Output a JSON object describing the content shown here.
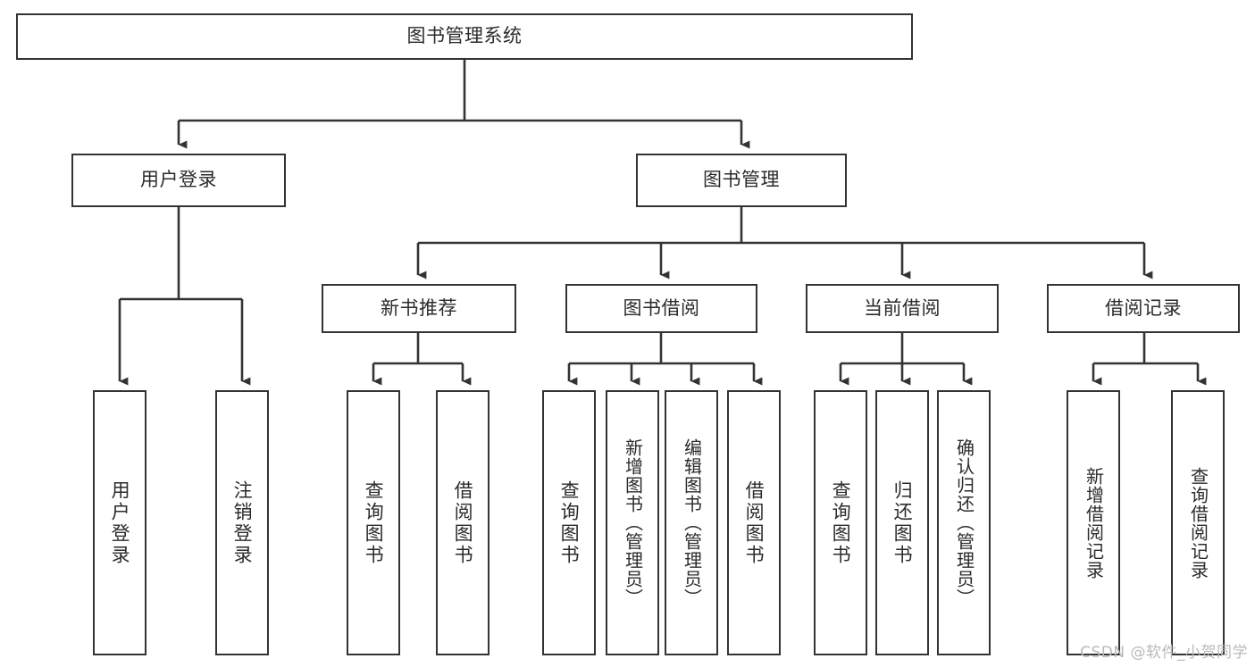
{
  "diagram": {
    "title": "图书管理系统",
    "watermark": "CSDN @软件_小贺同学",
    "line_color": "#333333",
    "text_color": "#2b2b2b",
    "background_color": "#ffffff",
    "nodes": {
      "root": {
        "label": "图书管理系统"
      },
      "level2": [
        {
          "id": "user-login",
          "label": "用户登录"
        },
        {
          "id": "book-management",
          "label": "图书管理"
        }
      ],
      "level3": [
        {
          "id": "new-book-recommend",
          "label": "新书推荐"
        },
        {
          "id": "book-borrow",
          "label": "图书借阅"
        },
        {
          "id": "current-borrow",
          "label": "当前借阅"
        },
        {
          "id": "borrow-record",
          "label": "借阅记录"
        }
      ],
      "leaves": {
        "user_login": [
          {
            "id": "leaf-user-login",
            "label": "用户登录"
          },
          {
            "id": "leaf-logout-login",
            "label": "注销登录"
          }
        ],
        "new_book_recommend": [
          {
            "id": "leaf-query-book-1",
            "label": "查询图书"
          },
          {
            "id": "leaf-borrow-book-1",
            "label": "借阅图书"
          }
        ],
        "book_borrow": [
          {
            "id": "leaf-query-book-2",
            "label": "查询图书"
          },
          {
            "id": "leaf-add-book-admin",
            "label": "新增图书（管理员）"
          },
          {
            "id": "leaf-edit-book-admin",
            "label": "编辑图书（管理员）"
          },
          {
            "id": "leaf-borrow-book-2",
            "label": "借阅图书"
          }
        ],
        "current_borrow": [
          {
            "id": "leaf-query-book-3",
            "label": "查询图书"
          },
          {
            "id": "leaf-return-book",
            "label": "归还图书"
          },
          {
            "id": "leaf-confirm-return-admin",
            "label": "确认归还（管理员）"
          }
        ],
        "borrow_record": [
          {
            "id": "leaf-add-borrow-record",
            "label": "新增借阅记录"
          },
          {
            "id": "leaf-query-borrow-record",
            "label": "查询借阅记录"
          }
        ]
      }
    }
  }
}
